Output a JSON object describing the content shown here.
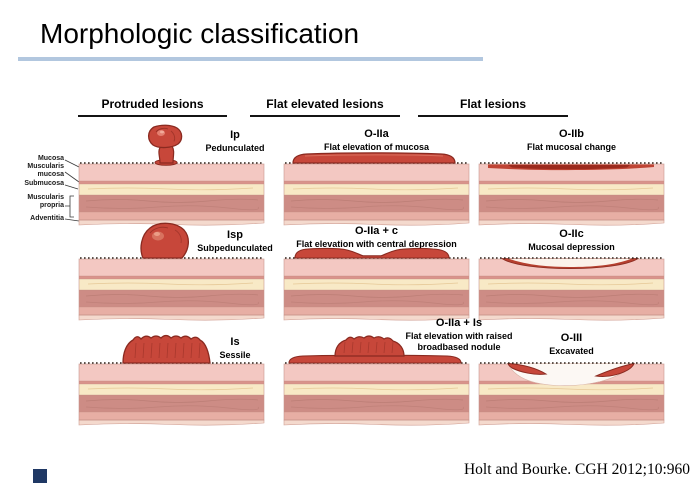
{
  "slide": {
    "title": "Morphologic classification",
    "citation": "Holt and Bourke. CGH 2012;10:960"
  },
  "columns": [
    {
      "header": "Protruded lesions"
    },
    {
      "header": "Flat elevated lesions"
    },
    {
      "header": "Flat lesions"
    }
  ],
  "layer_labels": [
    "Mucosa",
    "Muscularis mucosa",
    "Submucosa",
    "Muscularis propria",
    "Adventitia"
  ],
  "panels": [
    {
      "code": "Ip",
      "description": "Pedunculated",
      "lesion": "pedunculated"
    },
    {
      "code": "O-IIa",
      "description": "Flat elevation of mucosa",
      "lesion": "flat-elevation"
    },
    {
      "code": "O-IIb",
      "description": "Flat mucosal change",
      "lesion": "flat-change"
    },
    {
      "code": "Isp",
      "description": "Subpedunculated",
      "lesion": "subpedunculated"
    },
    {
      "code": "O-IIa + c",
      "description": "Flat elevation with central depression",
      "lesion": "central-depression"
    },
    {
      "code": "O-IIc",
      "description": "Mucosal depression",
      "lesion": "mucosal-depression"
    },
    {
      "code": "Is",
      "description": "Sessile",
      "lesion": "sessile"
    },
    {
      "code": "O-IIa + Is",
      "description": "Flat elevation with raised broadbased nodule",
      "lesion": "elevation-nodule"
    },
    {
      "code": "O-III",
      "description": "Excavated",
      "lesion": "excavated"
    }
  ],
  "colors": {
    "accent_bar": "#b2c7df",
    "footer_square": "#1f3864",
    "lesion_red": "#c7473a",
    "lesion_outline": "#8a2a20",
    "lesion_dark_core": "#95261a",
    "mucosa": "#f3c8c2",
    "muscularis_mucosa": "#d9938b",
    "submucosa": "#f8e9c6",
    "muscularis_propria": "#cd8c85",
    "muscularis_propria_inner": "#e7aea4",
    "adventitia": "#f4d9cd",
    "depression_floor": "#fbf2ea",
    "dotted_line": "#30221a"
  }
}
